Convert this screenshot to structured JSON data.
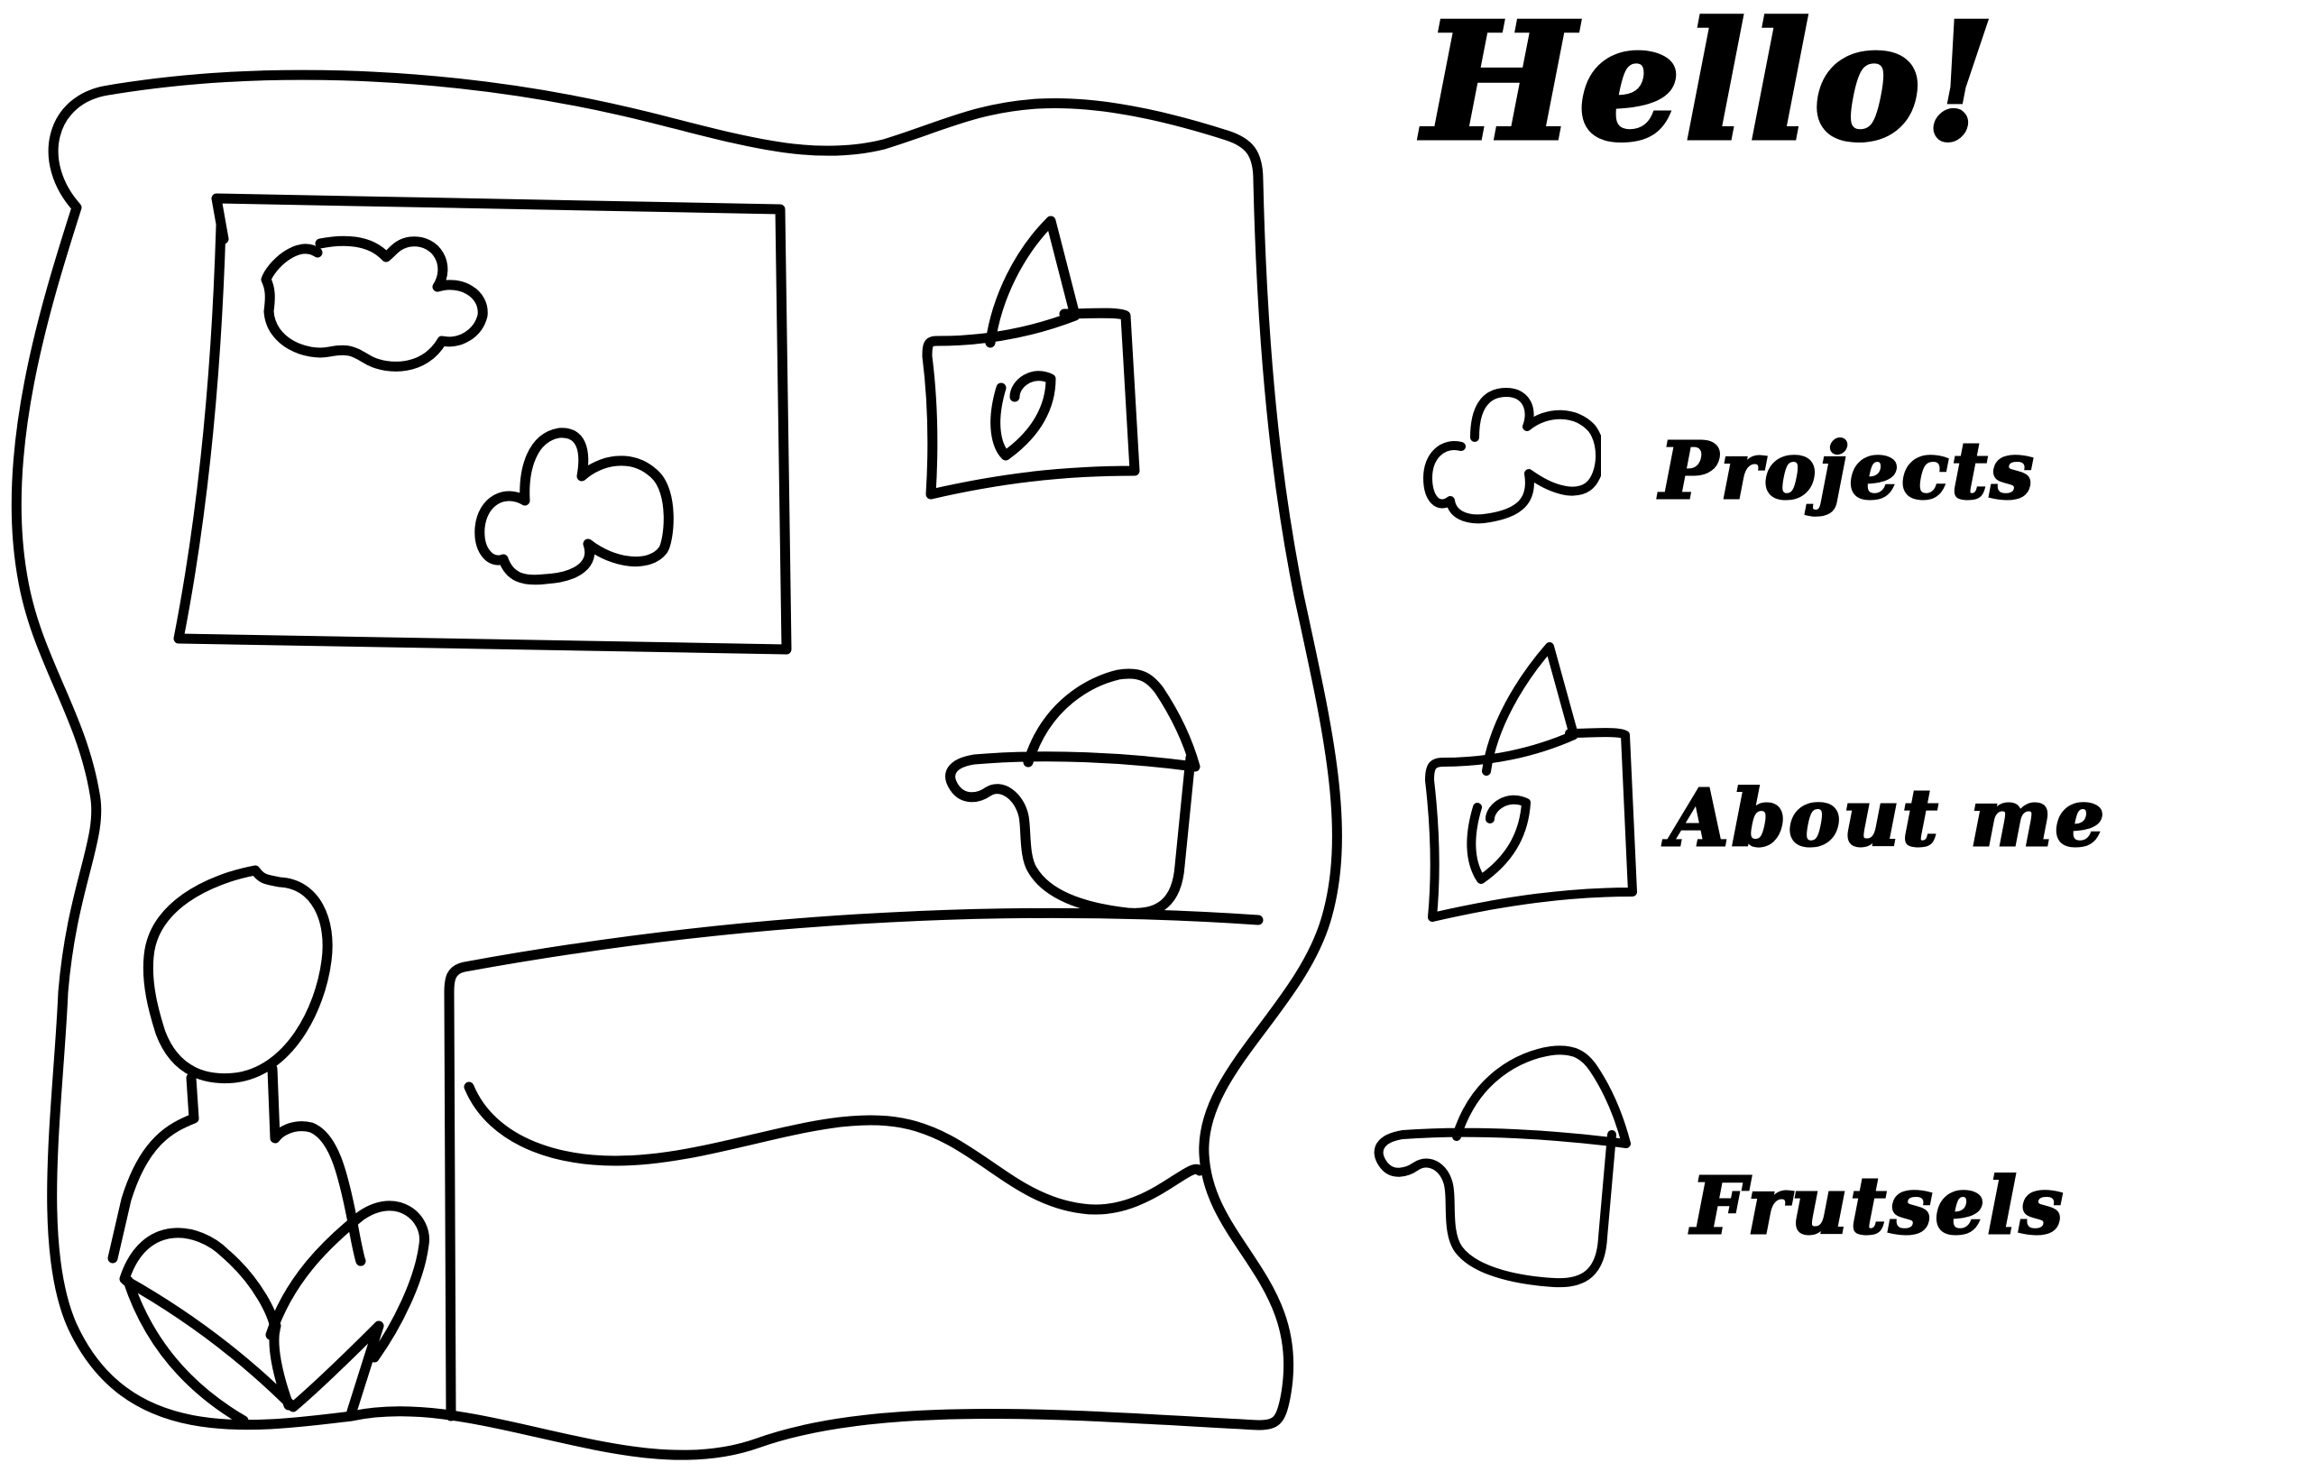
{
  "header": {
    "title": "Hello!"
  },
  "nav": {
    "items": [
      {
        "label": "Projects",
        "icon": "cloud-icon"
      },
      {
        "label": "About me",
        "icon": "sailboat-flag-icon"
      },
      {
        "label": "Frutsels",
        "icon": "bucket-icon"
      }
    ]
  },
  "colors": {
    "ink": "#000000",
    "background": "#ffffff"
  }
}
